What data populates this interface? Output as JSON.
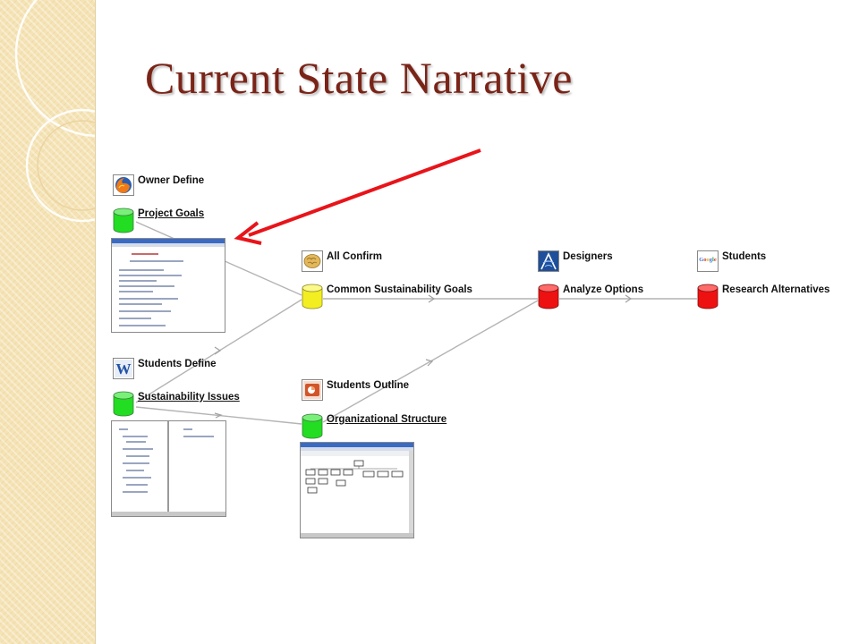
{
  "slide": {
    "title": "Current State Narrative"
  },
  "nodes": {
    "owner_define": {
      "actor": "Owner Define",
      "task": "Project Goals",
      "icon": "firefox-icon",
      "status_color": "#22dd22"
    },
    "students_define": {
      "actor": "Students Define",
      "task": "Sustainability Issues",
      "icon": "word-icon",
      "status_color": "#22dd22"
    },
    "all_confirm": {
      "actor": "All Confirm",
      "task": "Common Sustainability Goals",
      "icon": "brain-icon",
      "status_color": "#f2ee22"
    },
    "students_outline": {
      "actor": "Students Outline",
      "task": "Organizational Structure",
      "icon": "powerpoint-icon",
      "status_color": "#22dd22"
    },
    "designers": {
      "actor": "Designers",
      "task": "Analyze Options",
      "icon": "autodesk-icon",
      "status_color": "#ee1111"
    },
    "students": {
      "actor": "Students",
      "task": "Research Alternatives",
      "icon": "google-icon",
      "status_color": "#ee1111"
    }
  },
  "annotation_color": "#e8141a"
}
